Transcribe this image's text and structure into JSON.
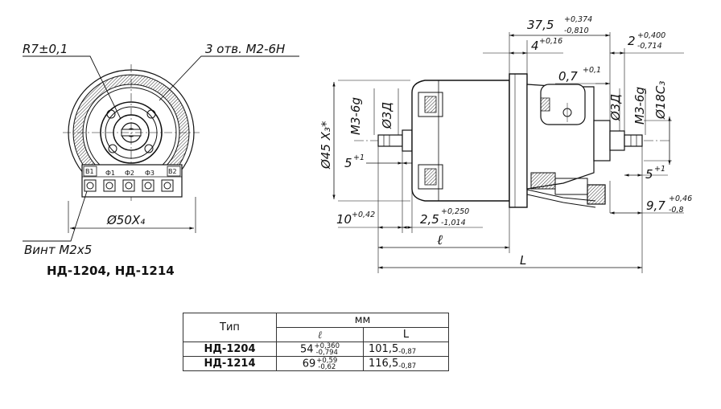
{
  "front_view": {
    "radius_label": "R7±0,1",
    "holes_label": "3 отв. М2-6Н",
    "diameter_label": "Ø50X₄",
    "screw_label": "Винт М2х5",
    "terminals": [
      "В1",
      "Ф1",
      "Ф2",
      "Ф3",
      "В2"
    ]
  },
  "side_view": {
    "total_len_main": "37,5",
    "total_len_tol_upper": "+0,374",
    "total_len_tol_lower": "-0,810",
    "flange_w_main": "4",
    "flange_w_tol": "+0,16",
    "right_main": "2",
    "right_tol_upper": "+0,400",
    "right_tol_lower": "-0,714",
    "gap_main": "0,7",
    "gap_tol": "+0,1",
    "thread_left": "М3-6g",
    "shaft_left": "Ø3Д",
    "body_dia": "Ø45 X₃*",
    "shaft_right": "Ø3Д",
    "thread_right": "М3-6g",
    "boss_dia": "Ø18С₃",
    "left_step_main": "5",
    "left_step_tol": "+1",
    "right_step_main": "5",
    "right_step_tol": "+1",
    "left_shaft_main": "10",
    "left_shaft_tol": "+0,42",
    "left_gap_main": "2,5",
    "left_gap_tol_upper": "+0,250",
    "left_gap_tol_lower": "-1,014",
    "right_end_main": "9,7",
    "right_end_tol_upper": "+0,46",
    "right_end_tol_lower": "-0,8",
    "len_l_label": "ℓ",
    "len_L_label": "L"
  },
  "caption": "НД-1204, НД-1214",
  "table": {
    "col_type": "Тип",
    "col_group": "мм",
    "col_l": "ℓ",
    "col_L": "L",
    "rows": [
      {
        "type": "НД-1204",
        "l_main": "54",
        "l_upper": "+0,360",
        "l_lower": "-0,794",
        "L_main": "101,5",
        "L_tol": "-0,87"
      },
      {
        "type": "НД-1214",
        "l_main": "69",
        "l_upper": "+0,59",
        "l_lower": "-0,62",
        "L_main": "116,5",
        "L_tol": "-0,87"
      }
    ]
  },
  "colors": {
    "line": "#111111",
    "hatch": "#333333"
  }
}
